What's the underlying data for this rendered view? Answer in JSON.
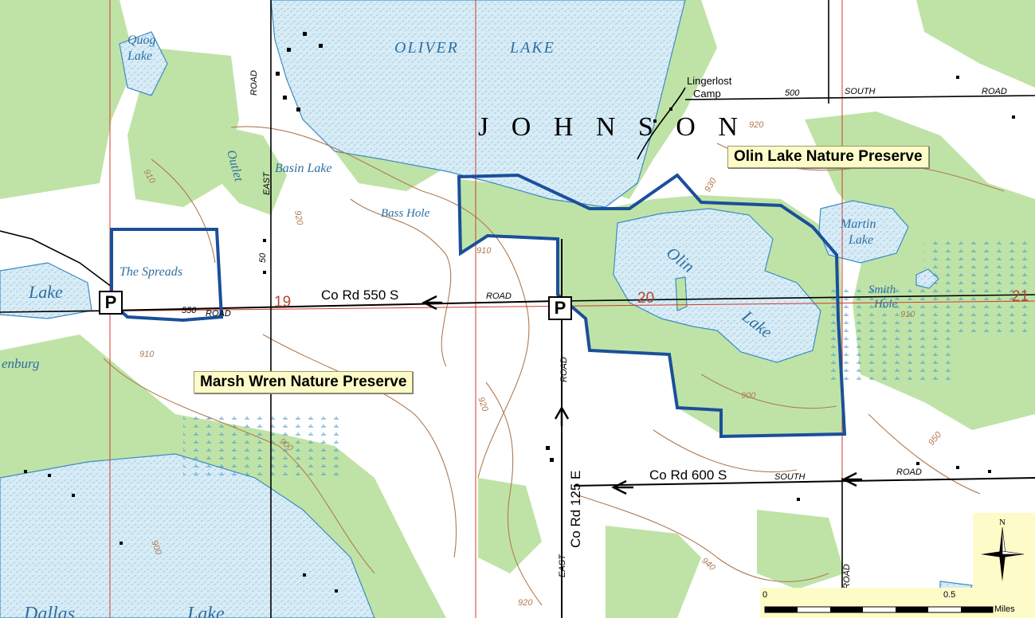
{
  "map": {
    "place_labels": {
      "quog_lake_1": "Quog",
      "quog_lake_2": "Lake",
      "oliver_lake_1": "OLIVER",
      "oliver_lake_2": "LAKE",
      "johnson": "J  O  H  N  S  O  N",
      "basin_lake": "Basin Lake",
      "bass_hole": "Bass Hole",
      "the_spreads": "The Spreads",
      "outlet": "Outlet",
      "lake_left": "Lake",
      "enburg": "enburg",
      "olin_lake_1": "Olin",
      "olin_lake_2": "Lake",
      "martin_lake_1": "Martin",
      "martin_lake_2": "Lake",
      "smith_hole_1": "Smith",
      "smith_hole_2": "Hole",
      "camp_1": "Lingerlost",
      "camp_2": "Camp",
      "dallas": "Dallas",
      "lake_bottom": "Lake"
    },
    "section_numbers": {
      "s19": "19",
      "s20": "20",
      "s21": "21"
    },
    "road_labels": {
      "co_rd_550": "Co Rd 550 S",
      "co_rd_600": "Co Rd 600 S",
      "co_rd_125": "Co Rd 125 E",
      "road_1": "ROAD",
      "road_2": "ROAD",
      "road_3": "ROAD",
      "road_4": "ROAD",
      "road_5": "ROAD",
      "road_6": "ROAD",
      "road_7": "ROAD",
      "south_1": "SOUTH",
      "south_2": "SOUTH",
      "east_1": "EAST",
      "east_2": "EAST",
      "num_500": "500",
      "num_550": "550",
      "num_50": "50"
    },
    "contour_labels": {
      "c920a": "920",
      "c920b": "920",
      "c920c": "920",
      "c920d": "920",
      "c910a": "910",
      "c910b": "910",
      "c910c": "910",
      "c910d": "910",
      "c900a": "900",
      "c900b": "900",
      "c900c": "900",
      "c950": "950",
      "c940": "940",
      "c930": "930"
    },
    "preserves": {
      "olin": "Olin Lake Nature Preserve",
      "marsh": "Marsh Wren Nature Preserve"
    },
    "parking": {
      "symbol": "P"
    },
    "scale": {
      "start": "0",
      "mid": "0.5",
      "unit": "Miles"
    },
    "north": "N",
    "colors": {
      "water": "#d8ecf6",
      "vegetation": "#bfe3a6",
      "boundary": "#1a4f9a",
      "contour": "#b07a52",
      "callout": "#fdfbc8"
    }
  }
}
